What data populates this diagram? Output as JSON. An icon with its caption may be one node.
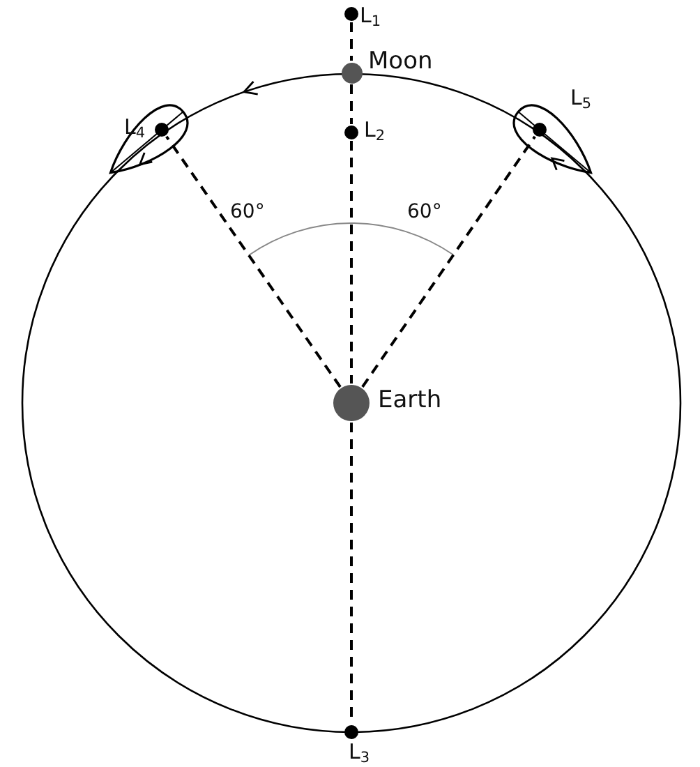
{
  "diagram": {
    "nodes": [
      {
        "text": [],
        "shape": "circle",
        "beside": [
          "L$_{1}$"
        ]
      },
      {
        "text": [],
        "shape": "circle",
        "beside": [
          "Moon"
        ]
      },
      {
        "text": [],
        "shape": "circle",
        "beside": [
          "L$_{4}$"
        ]
      },
      {
        "text": [],
        "shape": "circle",
        "beside": [
          "L$_{2}$"
        ]
      },
      {
        "text": [],
        "shape": "circle",
        "beside": [
          "L$_{5}$"
        ]
      },
      {
        "text": [],
        "shape": "circle",
        "beside": [
          "Earth"
        ]
      },
      {
        "text": [],
        "shape": "circle",
        "beside": [
          "L$_{3}$"
        ]
      }
    ],
    "edges": [
      {
        "from": 0,
        "to": 1,
        "arrow": "none",
        "style": "dashed"
      },
      {
        "from": 1,
        "to": 3,
        "arrow": "none",
        "style": "dashed"
      },
      {
        "from": 3,
        "to": 5,
        "arrow": "none",
        "style": "dashed"
      },
      {
        "from": 5,
        "to": 6,
        "arrow": "none",
        "style": "dashed"
      },
      {
        "from": 5,
        "to": 2,
        "arrow": "none",
        "style": "dashed"
      },
      {
        "from": 5,
        "to": 4,
        "arrow": "none",
        "style": "dashed"
      }
    ],
    "labels": [
      "60°",
      "60°"
    ]
  }
}
